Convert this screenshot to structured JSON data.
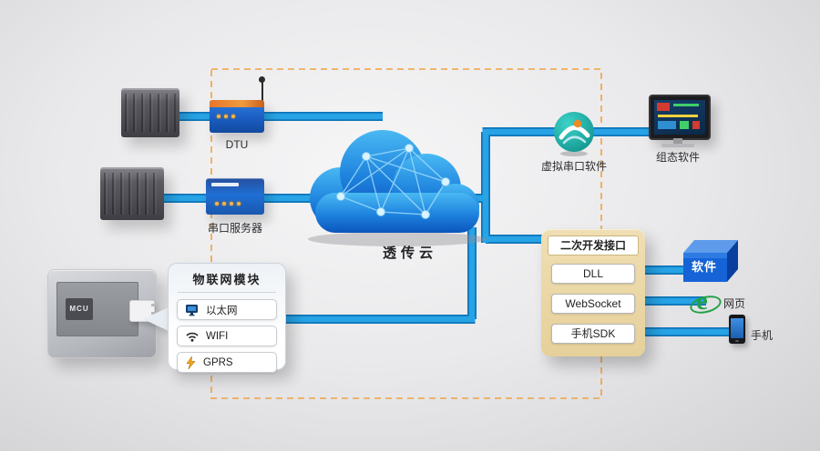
{
  "left_devices": {
    "dtu_label": "DTU",
    "serial_server_label": "串口服务器"
  },
  "cloud": {
    "label": "透传云"
  },
  "right_top": {
    "virtual_serial_label": "虚拟串口软件",
    "scada_label": "组态软件"
  },
  "dev_panel": {
    "title": "二次开发接口",
    "items": [
      {
        "label": "DLL"
      },
      {
        "label": "WebSocket"
      },
      {
        "label": "手机SDK"
      }
    ],
    "outputs": [
      {
        "label": "软件"
      },
      {
        "label": "网页"
      },
      {
        "label": "手机"
      }
    ]
  },
  "iot_module": {
    "title": "物联网模块",
    "items": [
      {
        "label": "以太网"
      },
      {
        "label": "WIFI"
      },
      {
        "label": "GPRS"
      }
    ],
    "chip_label": "MCU"
  },
  "icons": {
    "ie_glyph": "e"
  },
  "colors": {
    "connection_line": "#27A3E6",
    "connection_line_edge": "#0F74B8",
    "cloud_top": "#49B9F3",
    "cloud_bottom": "#0B55BC",
    "dashed_border": "#F0A243",
    "dev_panel_bg": "#EBD8A8",
    "teal_icon": "#17A79F",
    "software_cube": "#1563D6"
  }
}
